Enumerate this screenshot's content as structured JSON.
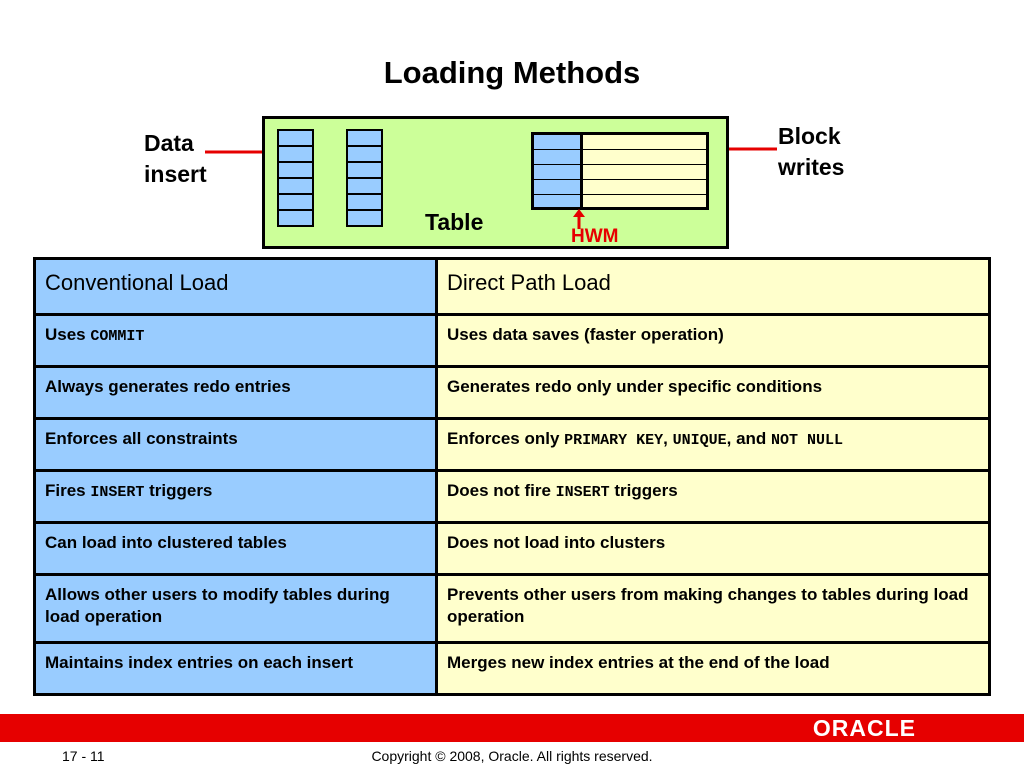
{
  "title": "Loading Methods",
  "diagram": {
    "left_label_line1": "Data",
    "left_label_line2": "insert",
    "right_label_line1": "Block",
    "right_label_line2": "writes",
    "table_label": "Table",
    "hwm_label": "HWM",
    "colors": {
      "box": "#ccff99",
      "block": "#99ccff",
      "empty": "#ffffcc",
      "arrow": "#e60000"
    }
  },
  "table": {
    "headers": [
      "Conventional Load",
      "Direct Path Load"
    ],
    "rows": [
      {
        "left": [
          {
            "t": "Uses "
          },
          {
            "t": "COMMIT",
            "code": true
          }
        ],
        "right": [
          {
            "t": "Uses data saves (faster operation)"
          }
        ]
      },
      {
        "left": [
          {
            "t": "Always generates redo entries"
          }
        ],
        "right": [
          {
            "t": "Generates redo only under specific conditions"
          }
        ]
      },
      {
        "left": [
          {
            "t": "Enforces all constraints"
          }
        ],
        "right": [
          {
            "t": "Enforces only "
          },
          {
            "t": "PRIMARY KEY",
            "code": true
          },
          {
            "t": ", "
          },
          {
            "t": "UNIQUE",
            "code": true
          },
          {
            "t": ", and "
          },
          {
            "t": "NOT NULL",
            "code": true
          }
        ]
      },
      {
        "left": [
          {
            "t": "Fires "
          },
          {
            "t": "INSERT",
            "code": true
          },
          {
            "t": " triggers"
          }
        ],
        "right": [
          {
            "t": "Does not fire "
          },
          {
            "t": "INSERT",
            "code": true
          },
          {
            "t": " triggers"
          }
        ]
      },
      {
        "left": [
          {
            "t": "Can load into clustered tables"
          }
        ],
        "right": [
          {
            "t": "Does not load into clusters"
          }
        ]
      },
      {
        "left": [
          {
            "t": "Allows other users to modify tables during load operation"
          }
        ],
        "right": [
          {
            "t": "Prevents other users from making changes to tables during load operation"
          }
        ],
        "tall": true
      },
      {
        "left": [
          {
            "t": "Maintains index entries on each insert"
          }
        ],
        "right": [
          {
            "t": "Merges new index entries at the end of the load"
          }
        ]
      }
    ]
  },
  "footer": {
    "page": "17 - 11",
    "copyright": "Copyright © 2008, Oracle. All rights reserved.",
    "logo": "ORACLE",
    "bar_color": "#e60000"
  }
}
